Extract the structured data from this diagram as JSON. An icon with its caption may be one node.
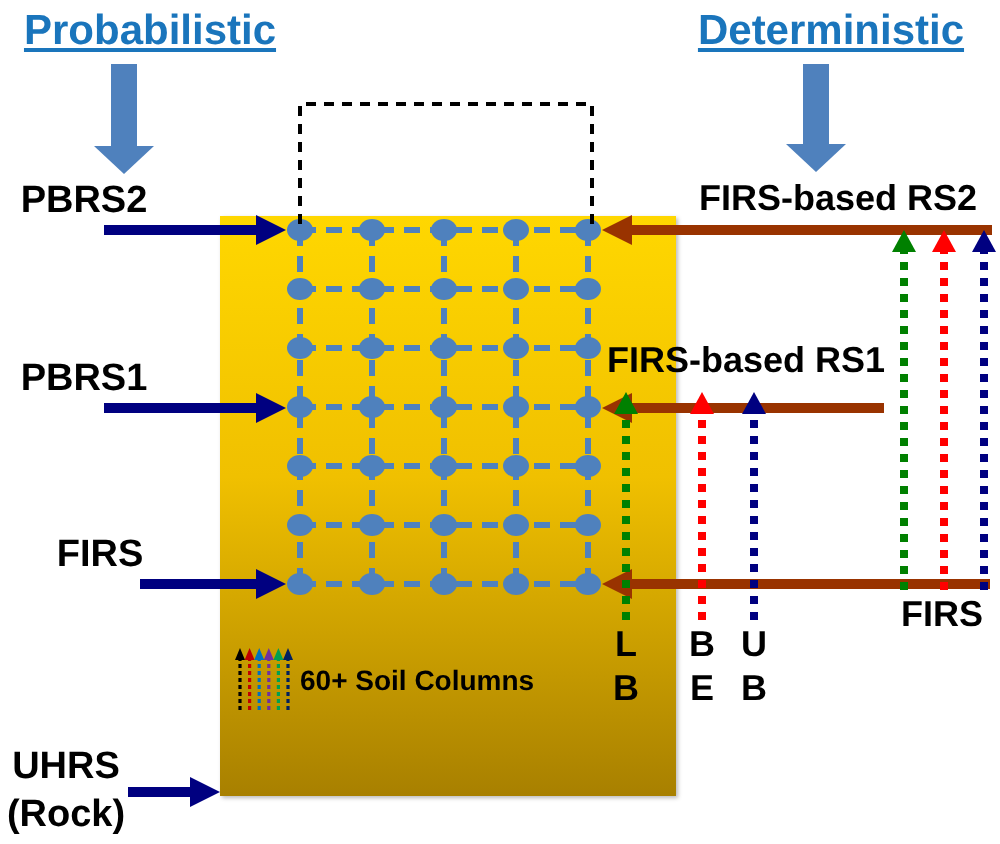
{
  "diagram": {
    "nodes": [
      {
        "text": [
          "Probabilistic"
        ]
      },
      {
        "text": [
          "Deterministic"
        ]
      },
      {
        "text": [
          "60+ Soil Columns"
        ]
      },
      {
        "text": [],
        "shape": "grid",
        "in": 2
      },
      {
        "text": [
          "PBRS2"
        ]
      },
      {
        "text": [
          "FIRS-based RS2"
        ]
      },
      {
        "text": [
          "PBRS1"
        ]
      },
      {
        "text": [
          "FIRS-based RS1"
        ]
      },
      {
        "text": [
          "FIRS"
        ]
      },
      {
        "text": [
          "FIRS"
        ]
      },
      {
        "text": [
          "UHRS (Rock)"
        ]
      },
      {
        "text": [
          "L B"
        ],
        "in": 2
      },
      {
        "text": [
          "B E"
        ]
      },
      {
        "text": [
          "U B"
        ]
      }
    ],
    "edges": [
      {
        "from": 0,
        "to": 4,
        "arrow": "to",
        "style": "thick",
        "color": "#4f81bd"
      },
      {
        "from": 1,
        "to": 5,
        "arrow": "to",
        "style": "thick",
        "color": "#4f81bd"
      },
      {
        "from": 4,
        "to": 3,
        "arrow": "to",
        "color": "#000080"
      },
      {
        "from": 5,
        "to": 3,
        "arrow": "to",
        "color": "#993300"
      },
      {
        "from": 6,
        "to": 3,
        "arrow": "to",
        "color": "#000080"
      },
      {
        "from": 7,
        "to": 3,
        "arrow": "to",
        "color": "#993300"
      },
      {
        "from": 8,
        "to": 3,
        "arrow": "to",
        "color": "#000080"
      },
      {
        "from": 9,
        "to": 3,
        "arrow": "to",
        "color": "#993300"
      },
      {
        "from": 10,
        "to": 2,
        "arrow": "to",
        "color": "#000080"
      },
      {
        "from": 11,
        "to": 7,
        "arrow": "to",
        "style": "dashed",
        "color": "#008000"
      },
      {
        "from": 12,
        "to": 7,
        "arrow": "to",
        "style": "dashed",
        "color": "#ff0000"
      },
      {
        "from": 13,
        "to": 7,
        "arrow": "to",
        "style": "dashed",
        "color": "#000080"
      },
      {
        "from": 9,
        "to": 5,
        "arrow": "to",
        "style": "dashed",
        "color": "#008000"
      },
      {
        "from": 9,
        "to": 5,
        "arrow": "to",
        "style": "dashed",
        "color": "#ff0000"
      },
      {
        "from": 9,
        "to": 5,
        "arrow": "to",
        "style": "dashed",
        "color": "#000080"
      }
    ]
  }
}
